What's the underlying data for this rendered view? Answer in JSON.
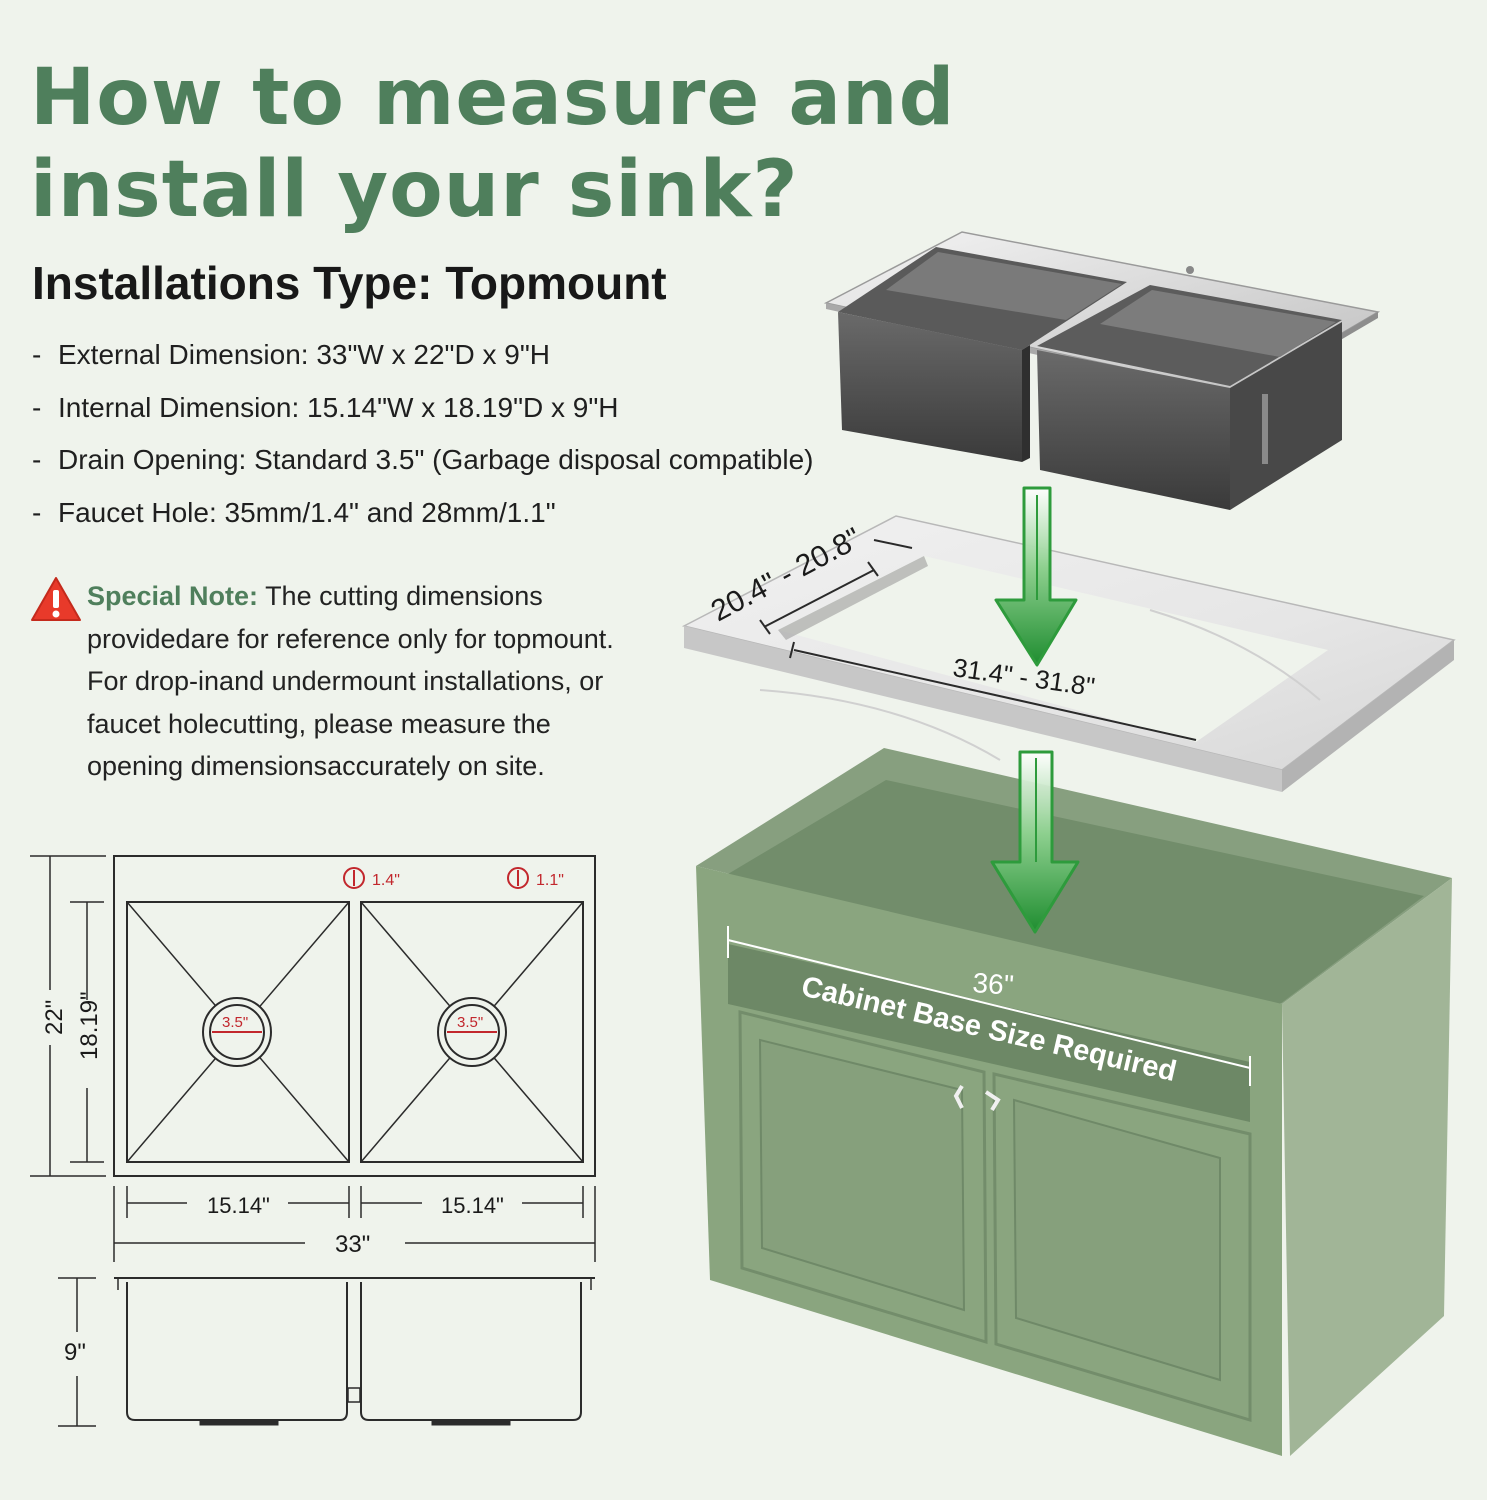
{
  "title": "How to measure and install your sink?",
  "subtitle": "Installations Type: Topmount",
  "specs": [
    "External Dimension: 33\"W x 22\"D x 9\"H",
    "Internal Dimension: 15.14\"W x 18.19\"D x 9\"H",
    "Drain Opening: Standard 3.5\" (Garbage disposal compatible)",
    "Faucet Hole: 35mm/1.4\" and 28mm/1.1\""
  ],
  "note": {
    "label": "Special Note:",
    "lines": [
      "The cutting dimensions",
      "providedare for reference only for topmount.",
      "For drop-inand undermount installations, or",
      "faucet holecutting, please measure the",
      "opening dimensionsaccurately on site."
    ]
  },
  "cutout": {
    "depth_range": "20.4\" - 20.8\"",
    "width_range": "31.4\" - 31.8\""
  },
  "cabinet": {
    "width": "36\"",
    "label": "Cabinet Base Size Required"
  },
  "drawing": {
    "faucet_hole_1": "1.4\"",
    "faucet_hole_2": "1.1\"",
    "drain_left": "3.5\"",
    "drain_right": "3.5\"",
    "external_depth": "22\"",
    "internal_depth": "18.19\"",
    "bowl_width_left": "15.14\"",
    "bowl_width_right": "15.14\"",
    "external_width": "33\"",
    "height": "9\""
  },
  "colors": {
    "title_green": "#4f7f5c",
    "cabinet_green": "#8aa57f",
    "arrow_green": "#2e9b3c",
    "warning_red": "#e83a2a",
    "measure_red": "#c2272d"
  },
  "icons": [
    "warning-icon",
    "down-arrow-icon"
  ]
}
